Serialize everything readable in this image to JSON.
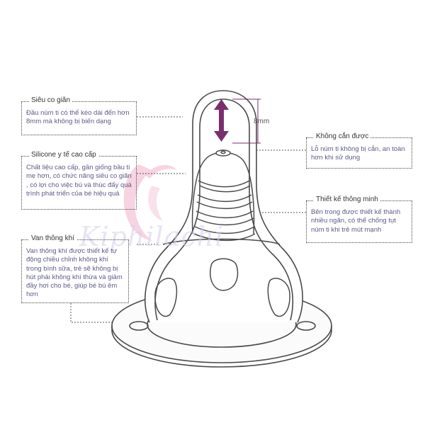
{
  "measurement": {
    "label": "8mm"
  },
  "watermark": {
    "text": "Kiphilachi"
  },
  "callouts": [
    {
      "title": "Siêu co giãn",
      "body": "Đầu núm ti có thể kéo dài đến hơn 8mm mà không bị biến dạng"
    },
    {
      "title": "Silicone y tế cao cấp",
      "body": "Chất liệu cao cấp, gần giống bầu ti mẹ hơn, có chức năng siêu co giãn , có lợi cho việc bú và thúc đẩy quá trình phát triển của bé hiệu quả"
    },
    {
      "title": "Van thông khí",
      "body": "Van thông khí được thiết kế tự động chiều chỉnh không khí trong bình sữa, trẻ sẽ không bị hút phải không khí thừa và giảm đầy hơi cho bé, giúp bé bú êm hơn"
    },
    {
      "title": "Không cắn được",
      "body": "Lỗ núm ti không bị cắn, an toàn hơn khi sử dụng"
    },
    {
      "title": "Thiết kế thông minh",
      "body": "Bên trong được thiết kế thành nhiều ngăn, có thể chống tụt núm ti khi trẻ mút mạnh"
    }
  ],
  "colors": {
    "arrow": "#7a2e6e",
    "outline": "#4a4a4a",
    "callout_text": "#5d5a8a",
    "logo": "#f3c2d6"
  }
}
